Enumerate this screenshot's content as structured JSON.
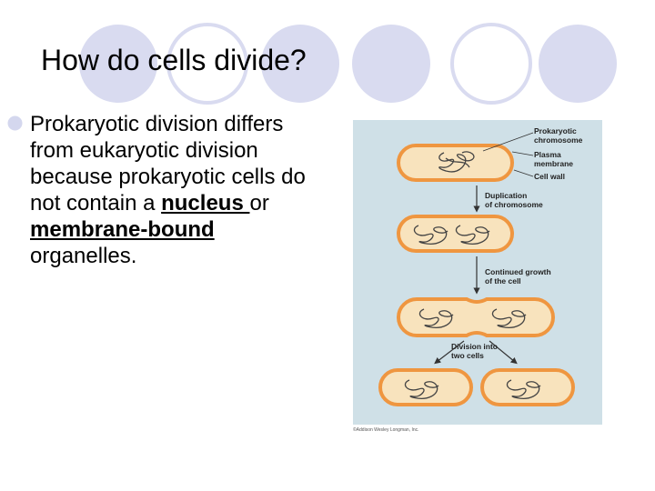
{
  "slide": {
    "title": "How do cells divide?"
  },
  "bullet": {
    "text_1": "Prokaryotic division differs from eukaryotic division because prokaryotic cells do not contain a ",
    "keyword_1": "nucleus ",
    "text_2": "or ",
    "keyword_2": "membrane-bound",
    "text_3": " organelles."
  },
  "figure": {
    "labels": {
      "prokaryotic_chromosome": [
        "Prokaryotic",
        "chromosome"
      ],
      "plasma_membrane": [
        "Plasma",
        "membrane"
      ],
      "cell_wall": "Cell wall"
    },
    "steps": {
      "duplication": [
        "Duplication",
        "of chromosome"
      ],
      "growth": [
        "Continued growth",
        "of the cell"
      ],
      "division": [
        "Division into",
        "two cells"
      ]
    },
    "credit": "©Addison Wesley Longman, Inc."
  },
  "colors": {
    "decor_circle": "#d9dbf0",
    "bullet": "#d4d7ee",
    "figure_bg": "#cfe0e7",
    "cell_fill": "#f8e3bd",
    "cell_wall": "#ef9640",
    "chromosome": "#444444",
    "arrow": "#333333"
  }
}
